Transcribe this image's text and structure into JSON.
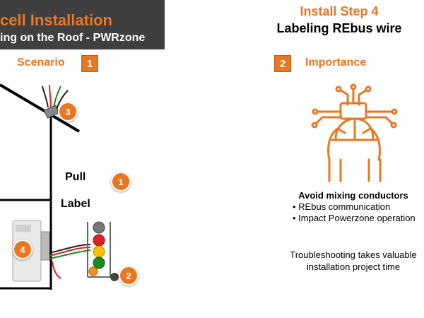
{
  "header": {
    "line1": "cell Installation",
    "line2": "ing on the Roof - PWRzone"
  },
  "step": {
    "title": "Install Step 4",
    "subtitle": "Labeling REbus wire"
  },
  "scenario": {
    "label": "Scenario",
    "number": "1"
  },
  "importance": {
    "label": "Importance",
    "number": "2"
  },
  "diagram": {
    "pull_label": "Pull",
    "label_label": "Label",
    "marker_pull": "1",
    "marker_cart": "2",
    "marker_roof": "3",
    "marker_inverter": "4"
  },
  "info": {
    "heading": "Avoid mixing conductors",
    "bullets": [
      "REbus communication",
      "Impact Powerzone operation"
    ],
    "note": "Troubleshooting takes valuable installation project time"
  },
  "colors": {
    "accent": "#e87722",
    "header_bg": "#3f3f3f"
  }
}
